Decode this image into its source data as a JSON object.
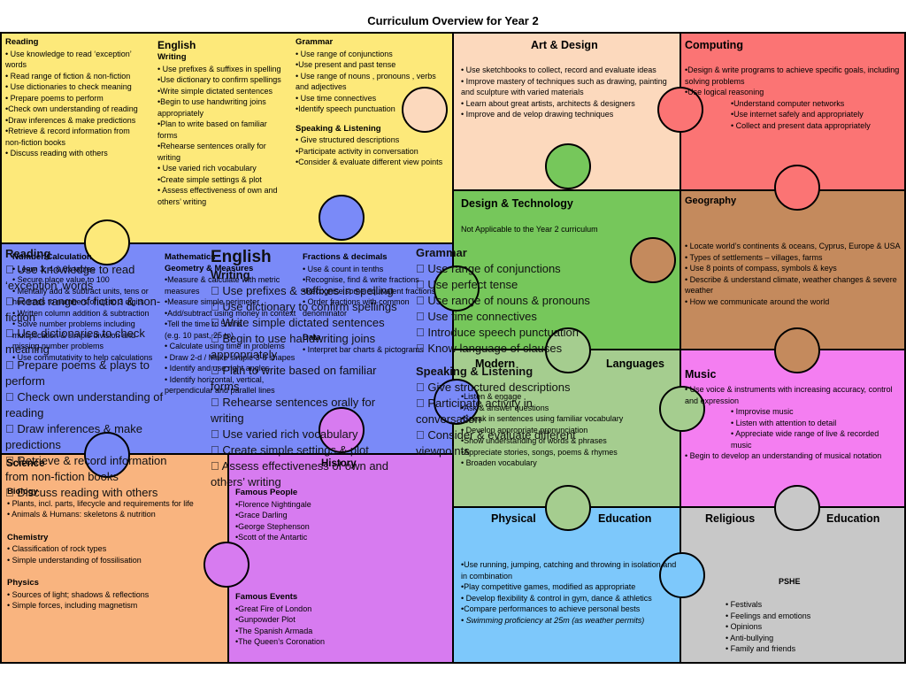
{
  "page_title": "Curriculum Overview for Year 2",
  "colors": {
    "english": "#fde97a",
    "art": "#fcd9bd",
    "computing": "#fb7474",
    "dt": "#76c75b",
    "geography": "#c48a5d",
    "maths": "#7a8af8",
    "languages": "#a5cd8f",
    "music": "#f47ef1",
    "science": "#f9b47f",
    "history": "#d77bf0",
    "pe": "#7dc8fb",
    "re": "#c8c8c8"
  },
  "english": {
    "reading_heading": "Reading",
    "reading_items": [
      "• Use knowledge to read ‘exception’ words",
      "• Read range of fiction & non-fiction",
      "• Use dictionaries to check meaning",
      "• Prepare poems  to perform",
      "•Check own understanding of reading",
      "•Draw inferences & make predictions",
      "•Retrieve & record information from non-fiction books",
      "• Discuss reading with others"
    ],
    "title": "English",
    "writing_heading": "Writing",
    "writing_items": [
      "• Use prefixes & suffixes in spelling",
      "•Use dictionary to confirm spellings",
      "•Write simple dictated sentences",
      "•Begin to use handwriting joins appropriately",
      "•Plan to write based on familiar forms",
      "•Rehearse sentences orally for writing",
      "• Use varied rich vocabulary",
      "•Create simple settings & plot",
      "• Assess effectiveness of own and others’ writing"
    ],
    "grammar_heading": "Grammar",
    "grammar_items": [
      "• Use range of conjunctions",
      "•Use present and past tense",
      "• Use range of nouns , pronouns , verbs",
      "   and adjectives",
      "• Use time connectives",
      "•Identify speech punctuation"
    ],
    "speaking_heading": "Speaking & Listening",
    "speaking_items": [
      "• Give structured descriptions",
      "•Participate activity in conversation",
      "•Consider & evaluate different view points"
    ]
  },
  "art": {
    "title": "Art & Design",
    "items": [
      "• Use sketchbooks to collect, record and evaluate ideas",
      "• Improve mastery of techniques such as drawing, painting and sculpture with varied materials",
      "• Learn about great artists, architects & designers",
      "• Improve and de velop drawing techniques"
    ]
  },
  "computing": {
    "title": "Computing",
    "items": [
      "•Design & write programs to achieve specific goals, including solving problems",
      "•Use logical reasoning"
    ],
    "sub_items": [
      "•Understand computer networks",
      "•Use internet safely and appropriately",
      "• Collect and present data appropriately"
    ]
  },
  "dt": {
    "title": "Design & Technology",
    "text": "Not Applicable to the Year 2 curriculum"
  },
  "geography": {
    "title": "Geography",
    "items": [
      "• Locate world’s continents & oceans, Cyprus, Europe & USA",
      "• Types of settlements – villages, farms",
      "• Use 8 points of compass, symbols & keys",
      "• Describe & understand climate, weather changes & severe weather",
      "• How we communicate around the world"
    ]
  },
  "maths": {
    "number_heading": "Number/Calculation",
    "number_items": [
      "• Learn 3, 4 & 8x tables",
      "• Secure place value to 100",
      "• Mentally add & subtract units, tens or hundreds to numbers of up to 3 digits",
      "• Written column addition & subtraction",
      "• Solve number problems including multiplication & simple division and missing number problems",
      "• Use commutativity to help calculations"
    ],
    "geometry_heading": "Mathematics",
    "geometry_sub": "Geometry & Measures",
    "geometry_items": [
      "•Measure & calculate with metric measures",
      "•Measure simple perimeter",
      "•Add/subtract using money in context",
      "•Tell the time to 5mins",
      " (e.g. 10 past, 25 to)",
      "• Calculate using time in problems",
      "• Draw 2-d / Make simple  3-d shapes",
      "• Identify and use right angles",
      "• Identify horizontal, vertical, perpendicular and parallel lines"
    ],
    "fractions_heading": "Fractions & decimals",
    "fractions_items": [
      "• Use & count in tenths",
      "•Recognise, find & write fractions",
      "•Recognise some equivalent fractions",
      "• Order fractions with common denominator"
    ],
    "data_heading": "Data",
    "data_items": [
      "• Interpret bar charts & pictograms"
    ]
  },
  "languages": {
    "title_left": "Modern",
    "title_right": "Languages",
    "items": [
      "•Listen & engage",
      "•Ask & answer questions",
      "•Speak in sentences using familiar vocabulary",
      "• Develop appropriate pronunciation",
      "•Show understanding of words & phrases",
      "•Appreciate stories, songs, poems & rhymes",
      "• Broaden vocabulary"
    ]
  },
  "music": {
    "title": "Music",
    "items": [
      "• Use voice & instruments with increasing accuracy, control and expression"
    ],
    "sub_items": [
      "• Improvise music",
      "• Listen with attention to detail",
      "• Appreciate wide range of live & recorded music"
    ],
    "final_item": "• Begin to develop an understanding of musical notation"
  },
  "science": {
    "title": "Science",
    "bio_heading": "Biology",
    "bio_items": [
      "• Plants, incl. parts, lifecycle and requirements for life",
      "• Animals & Humans: skeletons & nutrition"
    ],
    "chem_heading": "Chemistry",
    "chem_items": [
      "• Classification of rock types",
      "• Simple understanding of fossilisation"
    ],
    "phys_heading": "Physics",
    "phys_items": [
      "• Sources of light; shadows & reflections",
      "• Simple forces, including magnetism"
    ]
  },
  "history": {
    "title": "History",
    "people_heading": "Famous People",
    "people_items": [
      "•Florence Nightingale",
      "•Grace Darling",
      "•George Stephenson",
      "•Scott of the Antartic"
    ],
    "events_heading": "Famous Events",
    "events_items": [
      "•Great Fire of London",
      "•Gunpowder Plot",
      "•The Spanish Armada",
      "•The Queen’s Coronation"
    ]
  },
  "pe": {
    "title_left": "Physical",
    "title_right": "Education",
    "items": [
      "•Use running, jumping, catching and throwing in isolation and in combination",
      "•Play competitive games, modified as appropriate",
      "• Develop flexibility & control in gym, dance & athletics",
      "•Compare performances to achieve personal bests"
    ],
    "italic_item": "• Swimming proficiency at 25m (as weather permits)"
  },
  "re": {
    "title_left": "Religious",
    "title_right": "Education",
    "pshe_heading": "PSHE",
    "items": [
      "• Festivals",
      "• Feelings and emotions",
      "• Opinions",
      "• Anti-bullying",
      "• Family and friends"
    ]
  },
  "overlay": {
    "reading_heading": "Reading",
    "reading_items": [
      "\u0000 Use knowledge to read ‘exception’ words",
      "\u0000 Read range of fiction & non-fiction",
      "\u0000 Use dictionaries to check meaning",
      "\u0000 Prepare poems & plays to perform",
      "\u0000 Check own understanding of reading",
      "\u0000 Draw inferences & make predictions",
      "\u0000 Retrieve & record information from non-fiction books",
      "\u0000 Discuss reading with others"
    ],
    "english_title": "English",
    "writing_heading": "Writing",
    "writing_items": [
      "\u0000 Use prefixes & suffixes in spelling",
      "\u0000 Use dictionary to confirm spellings",
      "\u0000 Write simple dictated sentences",
      "\u0000 Begin to use handwriting joins appropriately",
      "\u0000 Plan to write based on familiar forms",
      "\u0000 Rehearse sentences orally for writing",
      "\u0000 Use varied rich vocabulary",
      "\u0000 Create simple settings & plot",
      "\u0000 Assess effectiveness of own and others’ writing"
    ],
    "grammar_heading": "Grammar",
    "grammar_items": [
      "\u0000 Use range of conjunctions",
      "\u0000 Use perfect tense",
      "\u0000 Use range of nouns & pronouns",
      "\u0000 Use time connectives",
      "\u0000 Introduce speech punctuation",
      "\u0000 Know language of clauses"
    ],
    "speaking_heading": "Speaking & Listening",
    "speaking_items": [
      "\u0000 Give structured descriptions",
      "\u0000 Participate activity in conversation",
      "\u0000 Consider & evaluate different viewpoints"
    ]
  }
}
